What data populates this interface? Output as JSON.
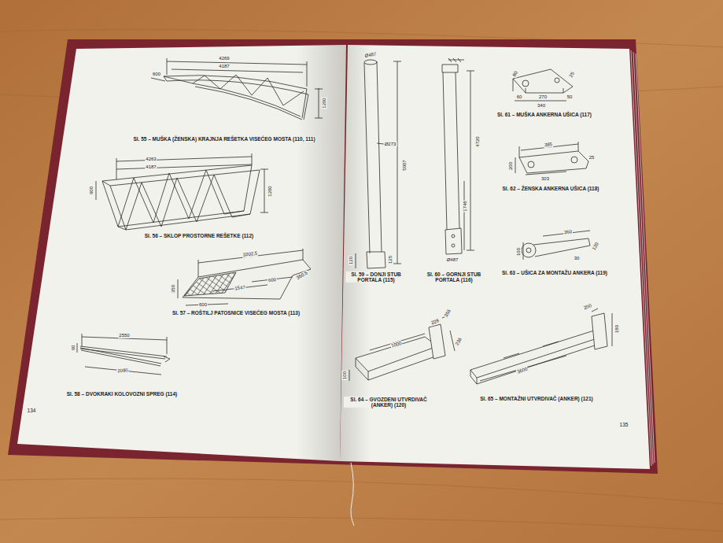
{
  "diagram": {
    "labels": [
      "4269",
      "4187",
      "600",
      "1200",
      "Sl. 55 – MUŠKA (ŽENSKA) KRAJNJA REŠETKA VISEĆEG MOSTA (110, 111)",
      "4263",
      "4187",
      "600",
      "1200",
      "Sl. 56 – SKLOP PROSTORNE REŠETKE (112)",
      "3202,5",
      "350",
      "600",
      "1547",
      "600",
      "350,5",
      "Sl. 57 – ROŠTILJ PATOSNICE VISEĆEG MOSTA (113)",
      "2550",
      "60",
      "2090",
      "Sl. 58 – DVOKRAKI KOLOVOZNI SPREG (114)",
      "134",
      "Ø487",
      "Ø273",
      "5007",
      "120",
      "125",
      "Sl. 59 – DONJI STUB PORTALA (115)",
      "4720",
      "1748",
      "Ø487",
      "Sl. 60 – GORNJI STUB PORTALA (116)",
      "80",
      "25",
      "60",
      "270",
      "50",
      "340",
      "Sl. 61 – MUŠKA ANKERNA UŠICA (117)",
      "385",
      "200",
      "25",
      "303",
      "Sl. 62 – ŽENSKA ANKERNA UŠICA (118)",
      "360",
      "100",
      "120",
      "30",
      "Sl. 63 – UŠICA ZA MONTAŽU ANKERA (119)",
      "1000",
      "228",
      "356",
      "236",
      "100",
      "Sl. 64 – GVOZDENI UTVRDIVAČ (ANKER) (120)",
      "3600",
      "200",
      "180",
      "Sl. 65 – MONTAŽNI UTVRDIVAČ (ANKER) (121)",
      "135"
    ]
  }
}
